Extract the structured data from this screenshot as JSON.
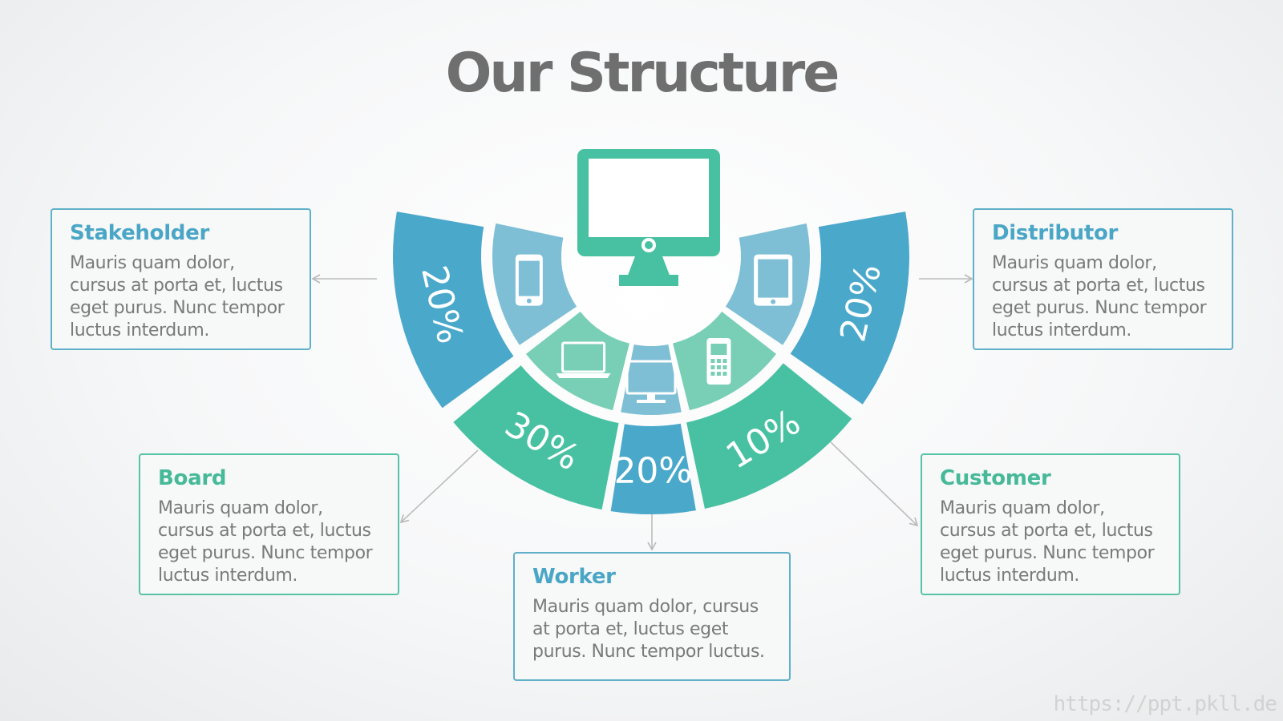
{
  "title": "Our Structure",
  "colors": {
    "blue": "#4aa8cb",
    "green": "#47c1a1",
    "light_blue": "#7ebfd6",
    "light_green": "#78cfb6",
    "arrow": "#bdbdbd"
  },
  "center_icon": "desktop-monitor-icon",
  "segments": [
    {
      "label": "20%",
      "color": "blue",
      "icon": "smartphone-icon",
      "inner_color": "light_blue"
    },
    {
      "label": "30%",
      "color": "green",
      "icon": "laptop-icon",
      "inner_color": "light_green"
    },
    {
      "label": "20%",
      "color": "blue",
      "icon": "desktop-icon",
      "inner_color": "light_blue"
    },
    {
      "label": "10%",
      "color": "green",
      "icon": "cellphone-icon",
      "inner_color": "light_green"
    },
    {
      "label": "20%",
      "color": "blue",
      "icon": "tablet-icon",
      "inner_color": "light_blue"
    }
  ],
  "boxes": [
    {
      "title": "Stakeholder",
      "text": "Mauris quam dolor, cursus at porta et, luctus eget purus. Nunc tempor luctus interdum.",
      "accent": "blue"
    },
    {
      "title": "Board",
      "text": "Mauris quam dolor, cursus at porta et, luctus eget purus. Nunc tempor luctus interdum.",
      "accent": "green"
    },
    {
      "title": "Worker",
      "text": "Mauris quam dolor, cursus at porta et, luctus eget purus. Nunc tempor luctus.",
      "accent": "blue"
    },
    {
      "title": "Customer",
      "text": "Mauris quam dolor, cursus at porta et, luctus eget purus. Nunc tempor luctus interdum.",
      "accent": "green"
    },
    {
      "title": "Distributor",
      "text": "Mauris quam dolor, cursus at porta et, luctus eget purus. Nunc tempor luctus interdum.",
      "accent": "blue"
    }
  ],
  "watermark": "https://ppt.pkll.de"
}
